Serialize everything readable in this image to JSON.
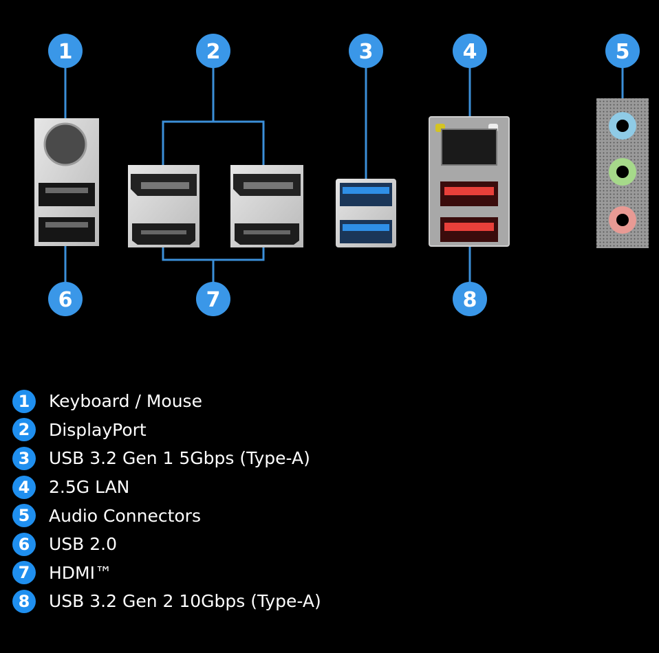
{
  "accent_color": "#3a97e8",
  "callouts": [
    {
      "number": "1",
      "port": "ps2-port"
    },
    {
      "number": "2",
      "port": "displayport"
    },
    {
      "number": "3",
      "port": "usb-3-2-gen1"
    },
    {
      "number": "4",
      "port": "lan-port"
    },
    {
      "number": "5",
      "port": "audio-jacks"
    },
    {
      "number": "6",
      "port": "usb-2-0"
    },
    {
      "number": "7",
      "port": "hdmi"
    },
    {
      "number": "8",
      "port": "usb-3-2-gen2"
    }
  ],
  "legend": [
    {
      "number": "1",
      "label": "Keyboard / Mouse"
    },
    {
      "number": "2",
      "label": "DisplayPort"
    },
    {
      "number": "3",
      "label": "USB 3.2 Gen 1 5Gbps (Type-A)"
    },
    {
      "number": "4",
      "label": "2.5G LAN"
    },
    {
      "number": "5",
      "label": "Audio Connectors"
    },
    {
      "number": "6",
      "label": "USB 2.0"
    },
    {
      "number": "7",
      "label": "HDMI™"
    },
    {
      "number": "8",
      "label": "USB 3.2 Gen 2 10Gbps (Type-A)"
    }
  ],
  "port_colors": {
    "usb_gen1": "#2f8fe6",
    "usb_gen2": "#e8403a",
    "audio_line_in": "#8fcbe6",
    "audio_line_out": "#a6d98a",
    "audio_mic": "#e89a94"
  }
}
